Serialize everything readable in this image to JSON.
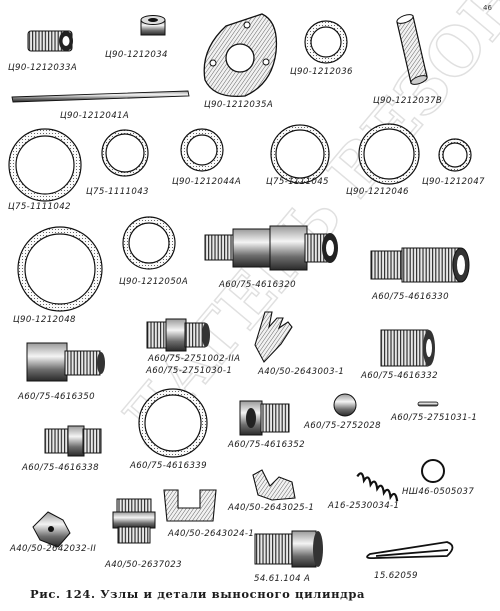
{
  "page_number": "46",
  "caption": "Рис. 124. Узлы и детали выносного цилиндра",
  "watermark": "ЛАГЕРЬ ВЕЗОН",
  "labels": {
    "p1212033A": "Ц90-1212033А",
    "p1212034": "Ц90-1212034",
    "p1212035A": "Ц90-1212035А",
    "p1212036": "Ц90-1212036",
    "p1212037B": "Ц90-1212037В",
    "p1212041A": "Ц90-1212041А",
    "p1111042": "Ц75-1111042",
    "p1111043": "Ц75-1111043",
    "p1212044A": "Ц90-1212044А",
    "p1111045": "Ц75-1111045",
    "p1212046": "Ц90-1212046",
    "p1212047": "Ц90-1212047",
    "p1212048": "Ц90-1212048",
    "p1212050A": "Ц90-1212050А",
    "p4616320": "А60/75-4616320",
    "p4616330": "А60/75-4616330",
    "p2751002": "А60/75-2751002-ІІА",
    "p2751030": "А60/75-2751030-1",
    "p2643003": "А40/50-2643003-1",
    "p4616332": "А60/75-4616332",
    "p4616350": "А60/75-4616350",
    "p2752028": "А60/75-2752028",
    "p2751031": "А60/75-2751031-1",
    "p4616352": "А60/75-4616352",
    "p4616338": "А60/75-4616338",
    "p4616339": "А60/75-4616339",
    "p2643025": "А40/50-2643025-1",
    "p2530034": "А16-2530034-1",
    "p0505037": "НШ46-0505037",
    "p2642032": "А40/50-2642032-ІІ",
    "p2643024": "А40/50-2643024-1",
    "p2637023": "А40/50-2637023",
    "p54611104A": "54.61.104 А",
    "p15_62059": "15.62059"
  }
}
